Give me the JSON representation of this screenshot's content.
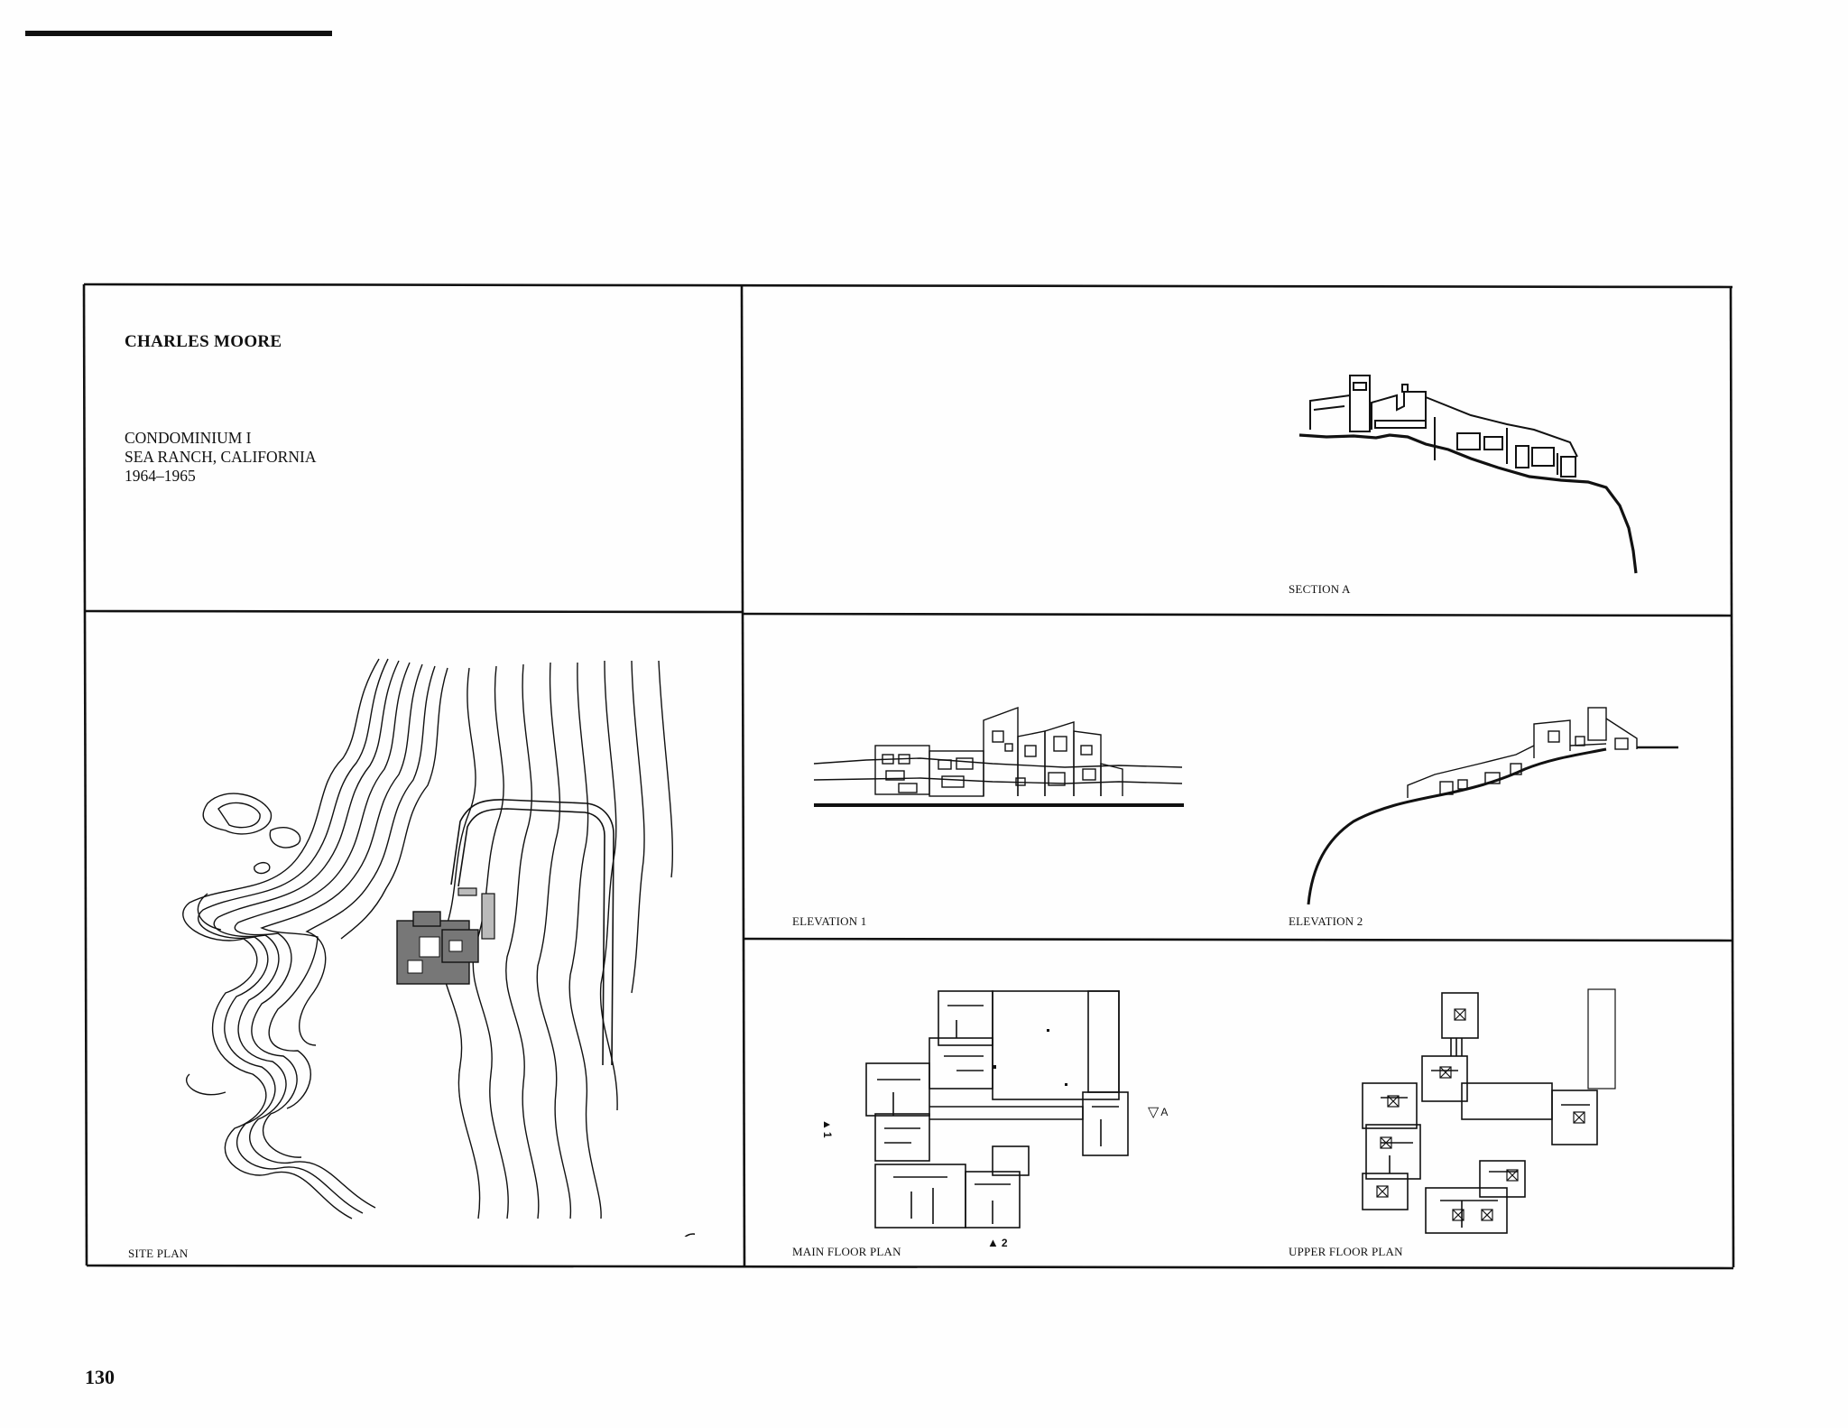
{
  "header": {
    "architect": "CHARLES MOORE",
    "project_lines": [
      "CONDOMINIUM I",
      "SEA RANCH, CALIFORNIA",
      "1964–1965"
    ]
  },
  "captions": {
    "section_a": "SECTION A",
    "site_plan": "SITE PLAN",
    "elevation_1": "ELEVATION 1",
    "elevation_2": "ELEVATION 2",
    "main_floor_plan": "MAIN FLOOR PLAN",
    "upper_floor_plan": "UPPER FLOOR PLAN"
  },
  "plan_markers": {
    "marker_1": "1",
    "marker_2": "2",
    "marker_a": "A"
  },
  "page_number": "130"
}
